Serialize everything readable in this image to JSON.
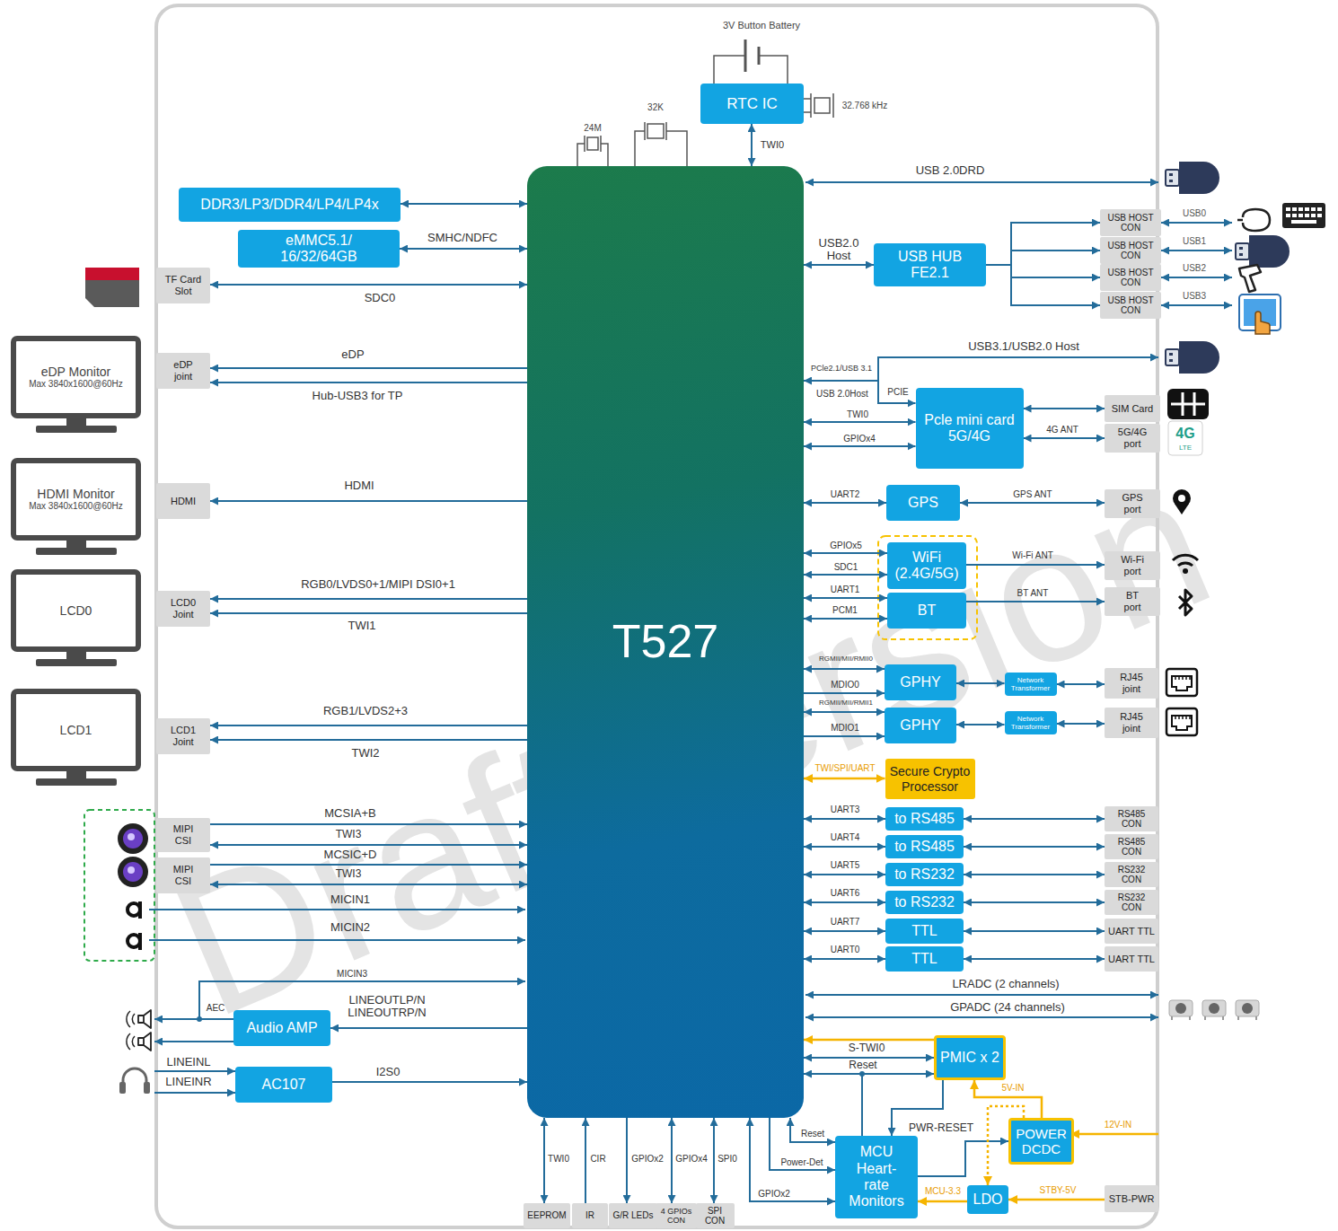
{
  "diagram": {
    "nodes": [
      {
        "text": [
          "T527"
        ]
      },
      {
        "text": [
          "RTC IC"
        ]
      },
      {
        "text": [
          "DDR3/LP3/DDR4/LP4/LP4x"
        ]
      },
      {
        "text": [
          "eMMC5.1/ 16/32/64GB"
        ]
      },
      {
        "text": [
          "TF Card Slot"
        ]
      },
      {
        "text": [
          "eDP Monitor",
          "Max 3840x1600@60Hz"
        ]
      },
      {
        "text": [
          "eDP joint"
        ]
      },
      {
        "text": [
          "HDMI Monitor",
          "Max 3840x1600@60Hz"
        ]
      },
      {
        "text": [
          "HDMI"
        ]
      },
      {
        "text": [
          "LCD0"
        ]
      },
      {
        "text": [
          "LCD0 Joint"
        ]
      },
      {
        "text": [
          "LCD1"
        ]
      },
      {
        "text": [
          "LCD1 Joint"
        ]
      },
      {
        "text": [
          "MIPI CSI"
        ]
      },
      {
        "text": [
          "MIPI CSI"
        ]
      },
      {
        "text": [
          "Audio AMP"
        ]
      },
      {
        "text": [
          "AC107"
        ]
      },
      {
        "text": [
          "USB HUB FE2.1"
        ]
      },
      {
        "text": [
          "USB HOST CON"
        ]
      },
      {
        "text": [
          "USB HOST CON"
        ]
      },
      {
        "text": [
          "USB HOST CON"
        ]
      },
      {
        "text": [
          "USB HOST CON"
        ]
      },
      {
        "text": [
          "Pcle mini card 5G/4G"
        ]
      },
      {
        "text": [
          "SIM Card"
        ]
      },
      {
        "text": [
          "5G/4G port"
        ]
      },
      {
        "text": [
          "GPS"
        ]
      },
      {
        "text": [
          "GPS port"
        ]
      },
      {
        "text": [
          "WiFi (2.4G/5G)"
        ]
      },
      {
        "text": [
          "BT"
        ]
      },
      {
        "text": [
          "Wi-Fi port"
        ]
      },
      {
        "text": [
          "BT port"
        ]
      },
      {
        "text": [
          "GPHY"
        ]
      },
      {
        "text": [
          "Network Transformer"
        ]
      },
      {
        "text": [
          "RJ45 joint"
        ]
      },
      {
        "text": [
          "GPHY"
        ]
      },
      {
        "text": [
          "Network Transformer"
        ]
      },
      {
        "text": [
          "RJ45 joint"
        ]
      },
      {
        "text": [
          "Secure Crypto Processor"
        ]
      },
      {
        "text": [
          "to RS485"
        ]
      },
      {
        "text": [
          "RS485 CON"
        ]
      },
      {
        "text": [
          "to RS485"
        ]
      },
      {
        "text": [
          "RS485 CON"
        ]
      },
      {
        "text": [
          "to RS232"
        ]
      },
      {
        "text": [
          "RS232 CON"
        ]
      },
      {
        "text": [
          "to RS232"
        ]
      },
      {
        "text": [
          "RS232 CON"
        ]
      },
      {
        "text": [
          "TTL"
        ]
      },
      {
        "text": [
          "UART TTL"
        ]
      },
      {
        "text": [
          "TTL"
        ]
      },
      {
        "text": [
          "UART TTL"
        ]
      },
      {
        "text": [
          "PMIC x 2"
        ]
      },
      {
        "text": [
          "POWER DCDC"
        ]
      },
      {
        "text": [
          "MCU Heart-rate Monitors"
        ]
      },
      {
        "text": [
          "LDO"
        ]
      },
      {
        "text": [
          "STB-PWR"
        ]
      },
      {
        "text": [
          "EEPROM"
        ]
      },
      {
        "text": [
          "IR"
        ]
      },
      {
        "text": [
          "G/R LEDs"
        ]
      },
      {
        "text": [
          "4 GPIOs CON"
        ]
      },
      {
        "text": [
          "SPI CON"
        ]
      }
    ],
    "edges": [
      {
        "from": 1,
        "to": 0,
        "arrow": "both",
        "label": "TWI0"
      },
      {
        "from": 2,
        "to": 0,
        "arrow": "both"
      },
      {
        "from": 3,
        "to": 0,
        "arrow": "both",
        "label": "SMHC/NDFC"
      },
      {
        "from": 4,
        "to": 0,
        "arrow": "both",
        "label": "SDC0"
      },
      {
        "from": 0,
        "to": 6,
        "arrow": "to",
        "label": "eDP"
      },
      {
        "from": 0,
        "to": 6,
        "arrow": "to",
        "label": "Hub-USB3 for TP"
      },
      {
        "from": 0,
        "to": 8,
        "arrow": "to",
        "label": "HDMI"
      },
      {
        "from": 0,
        "to": 10,
        "arrow": "to",
        "label": "RGB0/LVDS0+1/MIPI DSI0+1"
      },
      {
        "from": 0,
        "to": 10,
        "arrow": "to",
        "label": "TWI1"
      },
      {
        "from": 0,
        "to": 12,
        "arrow": "to",
        "label": "RGB1/LVDS2+3"
      },
      {
        "from": 0,
        "to": 12,
        "arrow": "to",
        "label": "TWI2"
      },
      {
        "from": 13,
        "to": 0,
        "arrow": "to",
        "label": "MCSIA+B"
      },
      {
        "from": 13,
        "to": 0,
        "arrow": "both",
        "label": "TWI3"
      },
      {
        "from": 14,
        "to": 0,
        "arrow": "to",
        "label": "MCSIC+D"
      },
      {
        "from": 14,
        "to": 0,
        "arrow": "both",
        "label": "TWI3"
      },
      {
        "from": 0,
        "to": 15,
        "arrow": "to",
        "label": "LINEOUTLP/N LINEOUTRP/N"
      },
      {
        "from": 16,
        "to": 0,
        "arrow": "to",
        "label": "I2S0"
      },
      {
        "from": 0,
        "to": 17,
        "arrow": "both",
        "label": "USB2.0 Host"
      },
      {
        "from": 17,
        "to": 18,
        "arrow": "to"
      },
      {
        "from": 17,
        "to": 19,
        "arrow": "to"
      },
      {
        "from": 17,
        "to": 20,
        "arrow": "to"
      },
      {
        "from": 17,
        "to": 21,
        "arrow": "to"
      },
      {
        "from": 0,
        "to": 22,
        "arrow": "both",
        "label": "PCle2.1/USB 3.1"
      },
      {
        "from": 0,
        "to": 22,
        "arrow": "both",
        "label": "TWI0"
      },
      {
        "from": 0,
        "to": 22,
        "arrow": "both",
        "label": "GPIOx4"
      },
      {
        "from": 22,
        "to": 23,
        "arrow": "both"
      },
      {
        "from": 22,
        "to": 24,
        "arrow": "both",
        "label": "4G ANT"
      },
      {
        "from": 0,
        "to": 25,
        "arrow": "both",
        "label": "UART2"
      },
      {
        "from": 25,
        "to": 26,
        "arrow": "both",
        "label": "GPS ANT"
      },
      {
        "from": 0,
        "to": 27,
        "arrow": "both",
        "label": "GPIOx5"
      },
      {
        "from": 0,
        "to": 27,
        "arrow": "both",
        "label": "SDC1"
      },
      {
        "from": 0,
        "to": 28,
        "arrow": "both",
        "label": "UART1"
      },
      {
        "from": 0,
        "to": 28,
        "arrow": "both",
        "label": "PCM1"
      },
      {
        "from": 27,
        "to": 29,
        "arrow": "to",
        "label": "Wi-Fi ANT"
      },
      {
        "from": 28,
        "to": 30,
        "arrow": "to",
        "label": "BT ANT"
      },
      {
        "from": 0,
        "to": 31,
        "arrow": "both",
        "label": "RGMII/MII/RMII0"
      },
      {
        "from": 0,
        "to": 31,
        "arrow": "to",
        "label": "MDIO0"
      },
      {
        "from": 31,
        "to": 32,
        "arrow": "both"
      },
      {
        "from": 32,
        "to": 33,
        "arrow": "both"
      },
      {
        "from": 0,
        "to": 34,
        "arrow": "both",
        "label": "RGMII/MII/RMII1"
      },
      {
        "from": 0,
        "to": 34,
        "arrow": "to",
        "label": "MDIO1"
      },
      {
        "from": 34,
        "to": 35,
        "arrow": "both"
      },
      {
        "from": 35,
        "to": 36,
        "arrow": "both"
      },
      {
        "from": 0,
        "to": 37,
        "arrow": "both",
        "label": "TWI/SPI/UART"
      },
      {
        "from": 0,
        "to": 38,
        "arrow": "both",
        "label": "UART3"
      },
      {
        "from": 38,
        "to": 39,
        "arrow": "both"
      },
      {
        "from": 0,
        "to": 40,
        "arrow": "both",
        "label": "UART4"
      },
      {
        "from": 40,
        "to": 41,
        "arrow": "both"
      },
      {
        "from": 0,
        "to": 42,
        "arrow": "both",
        "label": "UART5"
      },
      {
        "from": 42,
        "to": 43,
        "arrow": "both"
      },
      {
        "from": 0,
        "to": 44,
        "arrow": "both",
        "label": "UART6"
      },
      {
        "from": 44,
        "to": 45,
        "arrow": "both"
      },
      {
        "from": 0,
        "to": 46,
        "arrow": "both",
        "label": "UART7"
      },
      {
        "from": 46,
        "to": 47,
        "arrow": "both"
      },
      {
        "from": 0,
        "to": 48,
        "arrow": "both",
        "label": "UART0"
      },
      {
        "from": 48,
        "to": 49,
        "arrow": "both"
      },
      {
        "from": 50,
        "to": 0,
        "arrow": "to"
      },
      {
        "from": 0,
        "to": 50,
        "arrow": "both",
        "label": "S-TWI0"
      },
      {
        "from": 0,
        "to": 50,
        "arrow": "both",
        "label": "Reset"
      },
      {
        "from": 50,
        "to": 52,
        "arrow": "to"
      },
      {
        "from": 52,
        "to": 51,
        "arrow": "to",
        "label": "PWR-RESET"
      },
      {
        "from": 51,
        "to": 50,
        "arrow": "to",
        "label": "5V-IN"
      },
      {
        "from": 51,
        "to": 53,
        "arrow": "to"
      },
      {
        "from": 54,
        "to": 53,
        "arrow": "to",
        "label": "STBY-5V"
      },
      {
        "from": 53,
        "to": 52,
        "arrow": "to",
        "label": "MCU-3.3"
      },
      {
        "from": 0,
        "to": 52,
        "arrow": "both",
        "label": "Reset"
      },
      {
        "from": 0,
        "to": 52,
        "arrow": "to",
        "label": "Power-Det"
      },
      {
        "from": 0,
        "to": 52,
        "arrow": "both",
        "label": "GPIOx2"
      },
      {
        "from": 0,
        "to": 55,
        "arrow": "both",
        "label": "TWI0"
      },
      {
        "from": 56,
        "to": 0,
        "arrow": "to",
        "label": "CIR"
      },
      {
        "from": 0,
        "to": 57,
        "arrow": "to",
        "label": "GPIOx2"
      },
      {
        "from": 0,
        "to": 58,
        "arrow": "both",
        "label": "GPIOx4"
      },
      {
        "from": 0,
        "to": 59,
        "arrow": "both",
        "label": "SPI0"
      }
    ],
    "labels": [
      "3V Button Battery",
      "32.768 kHz",
      "24M",
      "32K",
      "USB 2.0DRD",
      "USB0",
      "USB1",
      "USB2",
      "USB3",
      "USB3.1/USB2.0 Host",
      "USB 2.0Host",
      "PCIE",
      "4G",
      "LTE",
      "MICIN1",
      "MICIN2",
      "MICIN3",
      "AEC",
      "LINEINL",
      "LINEINR",
      "LRADC (2 channels)",
      "GPADC (24 channels)",
      "12V-IN",
      "Draft version"
    ]
  }
}
